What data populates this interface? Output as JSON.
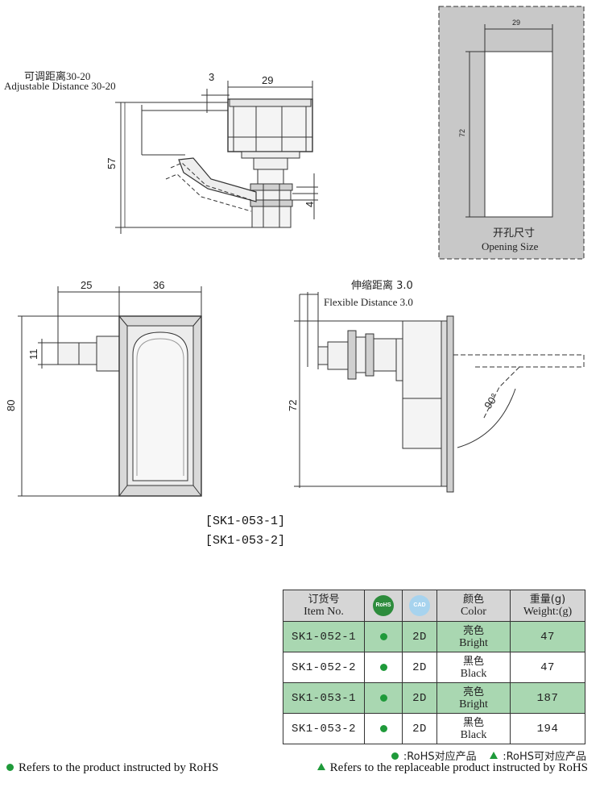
{
  "top_left_view": {
    "adjustable_zh": "可调距离30-20",
    "adjustable_en": "Adjustable Distance 30-20",
    "dim_3": "3",
    "dim_29": "29",
    "dim_57": "57",
    "dim_4": "4"
  },
  "opening_view": {
    "dim_29": "29",
    "dim_72": "72",
    "label_zh": "开孔尺寸",
    "label_en": "Opening Size"
  },
  "front_view": {
    "dim_25": "25",
    "dim_36": "36",
    "dim_11": "11",
    "dim_80": "80"
  },
  "side_view": {
    "flexible_zh": "伸缩距离 3.0",
    "flexible_en": "Flexible Distance 3.0",
    "dim_72": "72",
    "angle": "90°"
  },
  "models": [
    "[SK1-053-1]",
    "[SK1-053-2]"
  ],
  "table": {
    "headers": {
      "item_zh": "订货号",
      "item_en": "Item No.",
      "rohs_badge": "RoHS",
      "cad_badge": "CAD",
      "color_zh": "颜色",
      "color_en": "Color",
      "weight_zh": "重量(g)",
      "weight_en": "Weight:(g)"
    },
    "rows": [
      {
        "item": "SK1-052-1",
        "cad": "2D",
        "color_zh": "亮色",
        "color_en": "Bright",
        "weight": "47",
        "highlight": true
      },
      {
        "item": "SK1-052-2",
        "cad": "2D",
        "color_zh": "黑色",
        "color_en": "Black",
        "weight": "47",
        "highlight": false
      },
      {
        "item": "SK1-053-1",
        "cad": "2D",
        "color_zh": "亮色",
        "color_en": "Bright",
        "weight": "187",
        "highlight": true
      },
      {
        "item": "SK1-053-2",
        "cad": "2D",
        "color_zh": "黑色",
        "color_en": "Black",
        "weight": "194",
        "highlight": false
      }
    ]
  },
  "legend": {
    "rohs_zh": ":RoHS对应产品",
    "replace_zh": ":RoHS可对应产品",
    "rohs_en": "Refers to the product instructed by RoHS",
    "replace_en": "Refers to the replaceable product instructed by RoHS"
  },
  "colors": {
    "highlight_row": "#a9d7b1",
    "header_bg": "#d6d6d6",
    "opening_bg": "#c8c8c8",
    "rohs_green": "#1f9a3a"
  }
}
